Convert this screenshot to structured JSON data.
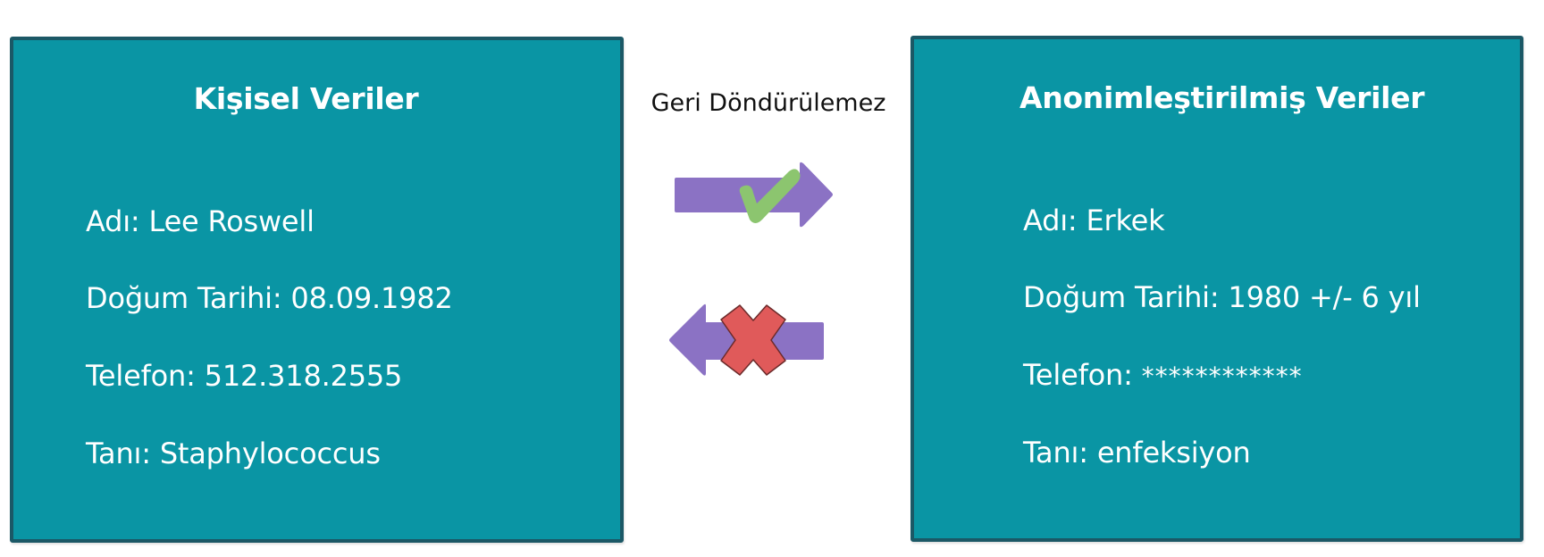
{
  "left_panel": {
    "title": "Kişisel Veriler",
    "fields": [
      {
        "label": "Adı:",
        "value": "Lee Roswell"
      },
      {
        "label": "Doğum Tarihi:",
        "value": "08.09.1982"
      },
      {
        "label": "Telefon:",
        "value": "512.318.2555"
      },
      {
        "label": "Tanı:",
        "value": "Staphylococcus"
      }
    ]
  },
  "right_panel": {
    "title": "Anonimleştirilmiş Veriler",
    "fields": [
      {
        "label": "Adı:",
        "value": "Erkek"
      },
      {
        "label": "Doğum Tarihi:",
        "value": "1980 +/- 6 yıl"
      },
      {
        "label": "Telefon:",
        "value": "************"
      },
      {
        "label": "Tanı:",
        "value": "enfeksiyon"
      }
    ]
  },
  "middle": {
    "label": "Geri Döndürülemez",
    "forward_arrow": {
      "direction": "right",
      "icon": "checkmark-icon",
      "meaning": "allowed"
    },
    "backward_arrow": {
      "direction": "left",
      "icon": "x-mark-icon",
      "meaning": "not-allowed"
    }
  },
  "colors": {
    "panel_fill": "#0a95a4",
    "panel_border": "#1b5866",
    "panel_text": "#ffffff",
    "arrow": "#8b72c4",
    "check": "#8cc56f",
    "cross": "#e05a5a",
    "label_text": "#111111"
  }
}
